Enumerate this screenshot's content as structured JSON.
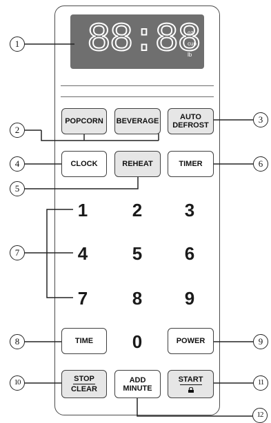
{
  "display": {
    "digits": "88:88",
    "units": [
      "oz",
      "cup",
      "lb"
    ]
  },
  "buttons": {
    "popcorn": "POPCORN",
    "beverage": "BEVERAGE",
    "auto_defrost_line1": "AUTO",
    "auto_defrost_line2": "DEFROST",
    "clock": "CLOCK",
    "reheat": "REHEAT",
    "timer": "TIMER",
    "time": "TIME",
    "power": "POWER",
    "stop": "STOP",
    "clear": "CLEAR",
    "add_minute_line1": "ADD",
    "add_minute_line2": "MINUTE",
    "start": "START"
  },
  "keypad": [
    "1",
    "2",
    "3",
    "4",
    "5",
    "6",
    "7",
    "8",
    "9",
    "0"
  ],
  "callouts": [
    "1",
    "2",
    "3",
    "4",
    "5",
    "6",
    "7",
    "8",
    "9",
    "10",
    "11",
    "12"
  ],
  "icons": {
    "start_lock": "lock-icon"
  },
  "colors": {
    "display": "#6f6f6f",
    "grey_button": "#e6e6e6",
    "outline": "#3e3e3e"
  }
}
